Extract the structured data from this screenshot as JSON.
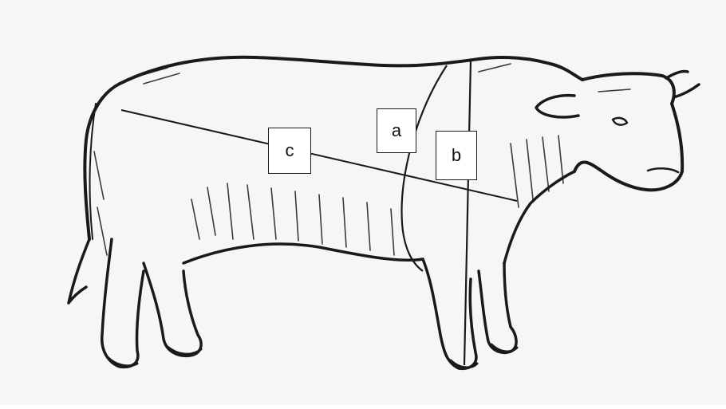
{
  "diagram": {
    "labels": {
      "a": "a",
      "b": "b",
      "c": "c"
    },
    "colors": {
      "ink": "#1a1a1a",
      "paper": "#f6f6f4",
      "box_fill": "#ffffff"
    }
  }
}
